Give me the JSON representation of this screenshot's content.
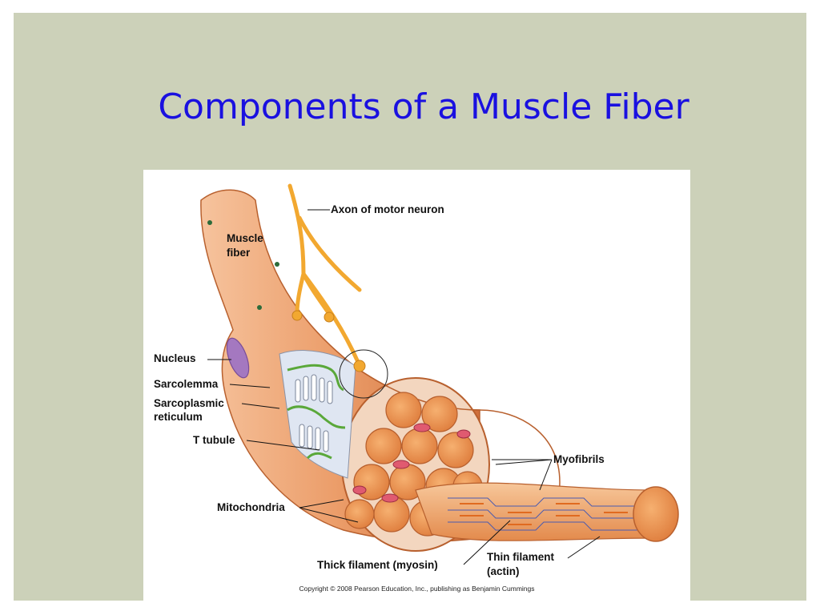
{
  "slide": {
    "title": "Components of a Muscle Fiber"
  },
  "figure": {
    "labels": {
      "axon": "Axon of motor neuron",
      "muscle_fiber_line1": "Muscle",
      "muscle_fiber_line2": "fiber",
      "nucleus": "Nucleus",
      "sarcolemma": "Sarcolemma",
      "sarcoplasmic_line1": "Sarcoplasmic",
      "sarcoplasmic_line2": "reticulum",
      "t_tubule": "T tubule",
      "myofibrils": "Myofibrils",
      "mitochondria": "Mitochondria",
      "thick_filament": "Thick filament (myosin)",
      "thin_filament_line1": "Thin filament",
      "thin_filament_line2": "(actin)"
    },
    "copyright": "Copyright © 2008 Pearson Education, Inc., publishing as Benjamin Cummings"
  },
  "colors": {
    "background": "#ccd1b9",
    "title": "#1a10e0",
    "fiber": "#e89a66",
    "fiber_dark": "#c8683a",
    "axon": "#f2a830",
    "nucleus": "#a478c0",
    "myofibril": "#ef9a50",
    "mitochondria": "#e05a70",
    "t_tubule": "#5aa83a"
  }
}
